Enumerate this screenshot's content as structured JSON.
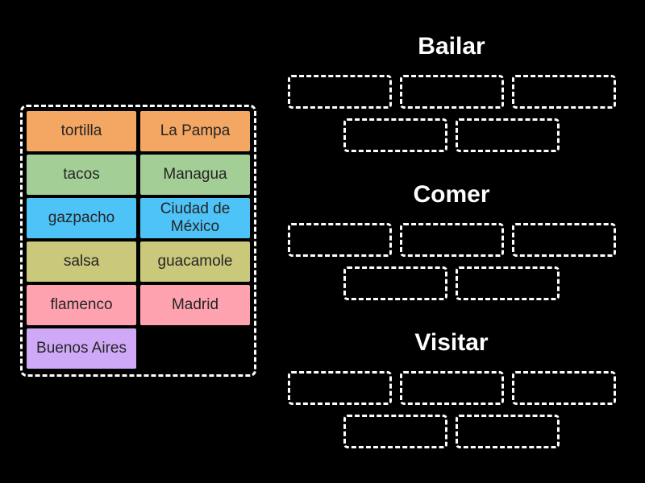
{
  "canvas": {
    "background_color": "#000000",
    "dash_border_color": "#ffffff",
    "tile_text_color": "#252525",
    "heading_text_color": "#ffffff"
  },
  "word_bank": {
    "tiles": [
      {
        "label": "tortilla",
        "color": "#F4A663"
      },
      {
        "label": "La Pampa",
        "color": "#F4A663"
      },
      {
        "label": "tacos",
        "color": "#A3CE96"
      },
      {
        "label": "Managua",
        "color": "#A3CE96"
      },
      {
        "label": "gazpacho",
        "color": "#4EC3F7"
      },
      {
        "label": "Ciudad de México",
        "color": "#4EC3F7"
      },
      {
        "label": "salsa",
        "color": "#C9C87B"
      },
      {
        "label": "guacamole",
        "color": "#C9C87B"
      },
      {
        "label": "flamenco",
        "color": "#FEA2B0"
      },
      {
        "label": "Madrid",
        "color": "#FEA2B0"
      },
      {
        "label": "Buenos Aires",
        "color": "#CFA9F7"
      }
    ]
  },
  "groups": [
    {
      "title": "Bailar",
      "slot_count": 5
    },
    {
      "title": "Comer",
      "slot_count": 5
    },
    {
      "title": "Visitar",
      "slot_count": 5
    }
  ]
}
